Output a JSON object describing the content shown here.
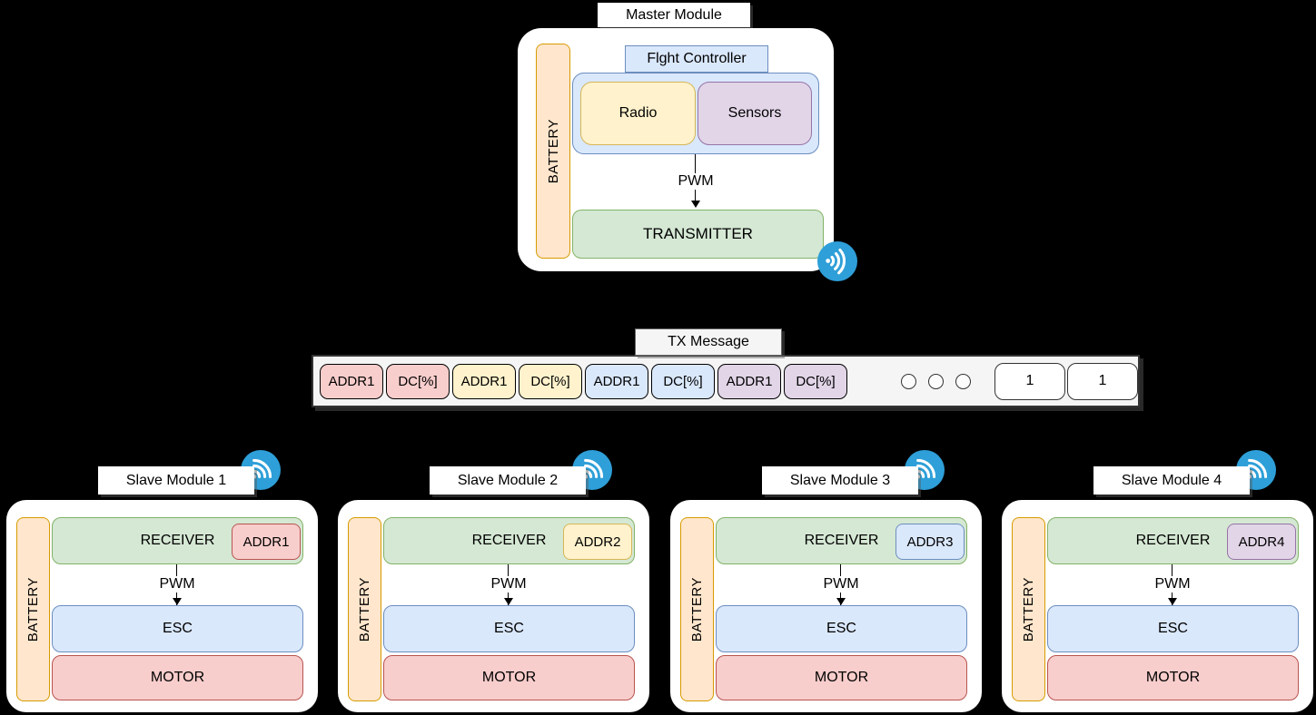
{
  "palette": {
    "canvas_bg": "#000000",
    "panel_gray": "#F5F5F5",
    "red_fill": "#F8CECC",
    "red_stroke": "#B85450",
    "yellow_fill": "#FFF2CC",
    "yellow_stroke": "#D6B656",
    "blue_fill": "#DAE8FC",
    "blue_stroke": "#6C8EBF",
    "purple_fill": "#E1D5E7",
    "purple_stroke": "#9673A6",
    "green_fill": "#D5E8D4",
    "green_stroke": "#82B366",
    "orange_fill": "#FFE6CC",
    "orange_stroke": "#D79B00",
    "wifi_blue": "#2E9FD8"
  },
  "icons": {
    "wifi": "wifi-signal-icon"
  },
  "master": {
    "title": "Master Module",
    "battery": "BATTERY",
    "flight_controller": "Flght Controller",
    "radio": "Radio",
    "sensors": "Sensors",
    "pwm": "PWM",
    "transmitter": "TRANSMITTER"
  },
  "tx": {
    "title": "TX Message",
    "fields": [
      {
        "label": "ADDR1",
        "color": "red"
      },
      {
        "label": "DC[%]",
        "color": "red"
      },
      {
        "label": "ADDR1",
        "color": "yellow"
      },
      {
        "label": "DC[%]",
        "color": "yellow"
      },
      {
        "label": "ADDR1",
        "color": "blue"
      },
      {
        "label": "DC[%]",
        "color": "blue"
      },
      {
        "label": "ADDR1",
        "color": "purple"
      },
      {
        "label": "DC[%]",
        "color": "purple"
      }
    ],
    "ellipsis_count": 3,
    "tail": [
      "1",
      "1"
    ]
  },
  "slaves": [
    {
      "title": "Slave Module 1",
      "battery": "BATTERY",
      "receiver": "RECEIVER",
      "addr": "ADDR1",
      "addr_color": "red",
      "pwm": "PWM",
      "esc": "ESC",
      "motor": "MOTOR"
    },
    {
      "title": "Slave Module 2",
      "battery": "BATTERY",
      "receiver": "RECEIVER",
      "addr": "ADDR2",
      "addr_color": "yellow",
      "pwm": "PWM",
      "esc": "ESC",
      "motor": "MOTOR"
    },
    {
      "title": "Slave Module 3",
      "battery": "BATTERY",
      "receiver": "RECEIVER",
      "addr": "ADDR3",
      "addr_color": "blue",
      "pwm": "PWM",
      "esc": "ESC",
      "motor": "MOTOR"
    },
    {
      "title": "Slave Module 4",
      "battery": "BATTERY",
      "receiver": "RECEIVER",
      "addr": "ADDR4",
      "addr_color": "purple",
      "pwm": "PWM",
      "esc": "ESC",
      "motor": "MOTOR"
    }
  ]
}
